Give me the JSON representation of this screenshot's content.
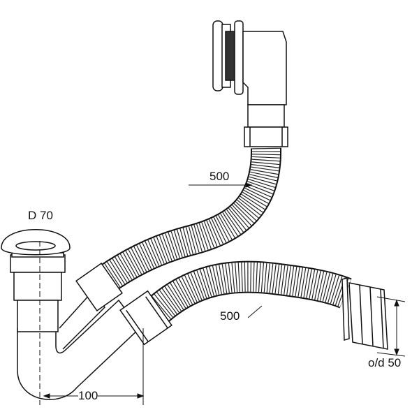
{
  "labels": {
    "plug_diameter": "D 70",
    "upper_hose_length": "500",
    "lower_hose_length": "500",
    "trap_offset": "100",
    "outlet_diameter": "o/d 50"
  },
  "colors": {
    "line": "#111111",
    "background": "#ffffff"
  }
}
